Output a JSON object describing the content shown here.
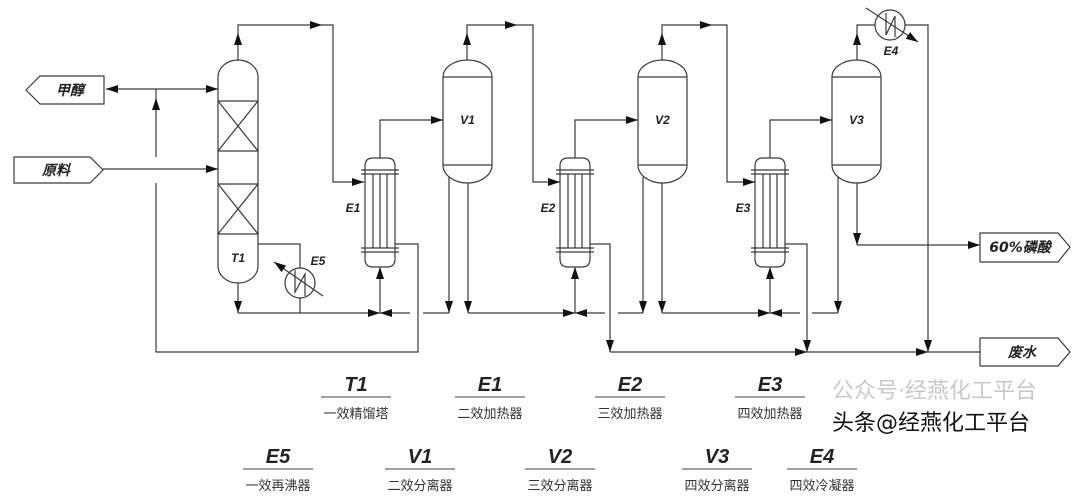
{
  "streams": {
    "methanol": "甲醇",
    "feed": "原料",
    "product": "60%磷酸",
    "wastewater": "废水"
  },
  "tags": {
    "T1": "T1",
    "E1": "E1",
    "E2": "E2",
    "E3": "E3",
    "E4": "E4",
    "E5": "E5",
    "V1": "V1",
    "V2": "V2",
    "V3": "V3"
  },
  "legend": [
    {
      "tag": "T1",
      "name": "一效精馏塔"
    },
    {
      "tag": "E1",
      "name": "二效加热器"
    },
    {
      "tag": "E2",
      "name": "三效加热器"
    },
    {
      "tag": "E3",
      "name": "四效加热器"
    },
    {
      "tag": "E5",
      "name": "一效再沸器"
    },
    {
      "tag": "V1",
      "name": "二效分离器"
    },
    {
      "tag": "V2",
      "name": "三效分离器"
    },
    {
      "tag": "V3",
      "name": "四效分离器"
    },
    {
      "tag": "E4",
      "name": "四效冷凝器"
    }
  ],
  "watermarks": [
    "公众号·经燕化工平台",
    "头条@经燕化工平台"
  ],
  "colors": {
    "line": "#3a3a3a",
    "background": "#ffffff"
  }
}
